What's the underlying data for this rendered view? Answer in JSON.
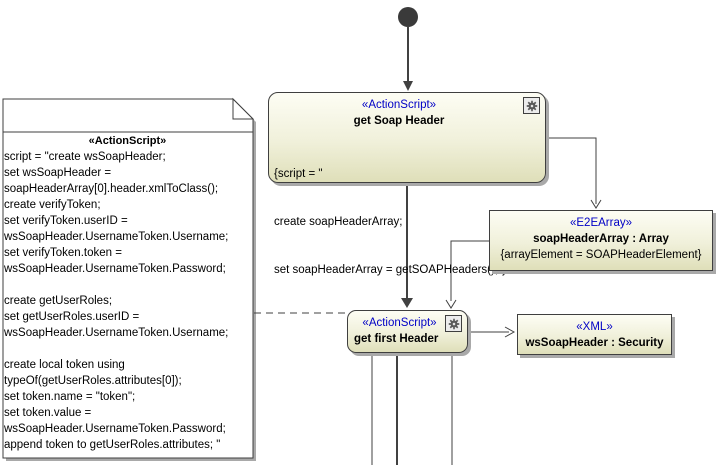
{
  "palette": {
    "background": "#ffffff",
    "stereotype_color": "#0000c6",
    "node_border": "#3f3f3f",
    "node_fill_top": "#fdfdf4",
    "node_fill_bottom": "#dfdfb9",
    "shadow": "#a9a9a9",
    "connector": "#414141",
    "initial_node": "#3a3a3a"
  },
  "icons": {
    "gear": "gear-icon (behavior indicator)"
  },
  "note": {
    "stereotype": "«ActionScript»",
    "lines": [
      "script = \"create wsSoapHeader;",
      "set wsSoapHeader =",
      "soapHeaderArray[0].header.xmlToClass();",
      "create verifyToken;",
      "set verifyToken.userID =",
      "wsSoapHeader.UsernameToken.Username;",
      "set verifyToken.token =",
      "wsSoapHeader.UsernameToken.Password;",
      "",
      "create getUserRoles;",
      "set getUserRoles.userID =",
      "wsSoapHeader.UsernameToken.Username;",
      "",
      "create local token using",
      "typeOf(getUserRoles.attributes[0]);",
      "set token.name = \"token\";",
      "set token.value =",
      "wsSoapHeader.UsernameToken.Password;",
      "append token to getUserRoles.attributes; \""
    ]
  },
  "nodes": {
    "get_soap_header": {
      "stereotype": "«ActionScript»",
      "name": "get Soap Header",
      "body": [
        "{script = \"",
        "create soapHeaderArray;",
        "set soapHeaderArray = getSOAPHeaders();\"}"
      ]
    },
    "soap_header_array": {
      "stereotype": "«E2EArray»",
      "name": "soapHeaderArray : Array",
      "tag": "{arrayElement = SOAPHeaderElement}"
    },
    "get_first_header": {
      "stereotype": "«ActionScript»",
      "name": "get first Header"
    },
    "ws_soap_header": {
      "stereotype": "«XML»",
      "name": "wsSoapHeader : Security"
    }
  }
}
